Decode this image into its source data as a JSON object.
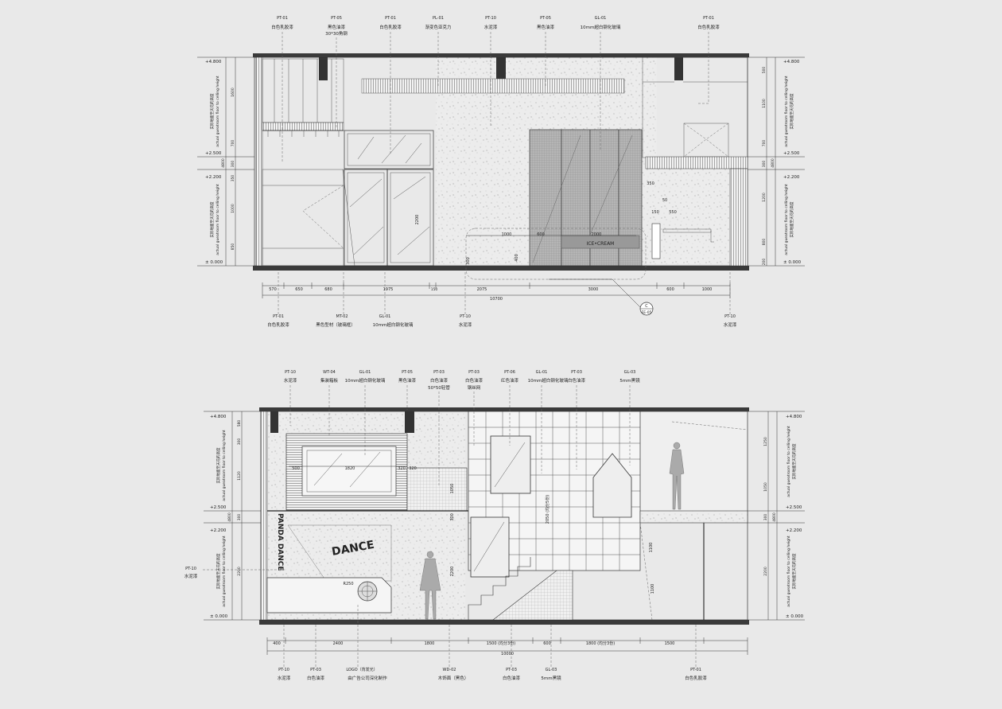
{
  "top": {
    "top_labels": [
      {
        "code": "PT-01",
        "text": "白色乳胶漆"
      },
      {
        "code": "PT-05",
        "text": "黑色油漆",
        "text2": "30*30角钢"
      },
      {
        "code": "PT-01",
        "text": "白色乳胶漆"
      },
      {
        "code": "PL-01",
        "text": "渐变色亚克力"
      },
      {
        "code": "PT-10",
        "text": "水泥漆"
      },
      {
        "code": "PT-05",
        "text": "黑色油漆"
      },
      {
        "code": "GL-01",
        "text": "10mm超白钢化玻璃"
      },
      {
        "code": "PT-01",
        "text": "白色乳胶漆"
      }
    ],
    "bottom_labels": [
      {
        "code": "PT-01",
        "text": "白色乳胶漆"
      },
      {
        "code": "MT-02",
        "text": "黑色型材（玻璃框）"
      },
      {
        "code": "GL-01",
        "text": "10mm超白钢化玻璃"
      },
      {
        "code": "PT-10",
        "text": "水泥漆"
      },
      {
        "code": "PT-10",
        "text": "水泥漆"
      }
    ],
    "level_left": [
      "+4.800",
      "+2.500",
      "+2.200",
      "± 0.000"
    ],
    "level_right": [
      "+4.800",
      "+2.500",
      "+2.200",
      "± 0.000"
    ],
    "vdim_left": [
      "1600",
      "700",
      "300",
      "350",
      "1000",
      "850",
      "4800"
    ],
    "vdim_right": [
      "500",
      "1100",
      "700",
      "300",
      "1200",
      "800",
      "200",
      "4800"
    ],
    "vert_note_a": "实际地面至天花的高度",
    "vert_note_b": "actual gueatroom floor to celling height",
    "hdims": [
      "570",
      "650",
      "680",
      "1975",
      "150",
      "2075",
      "3000",
      "600",
      "1000"
    ],
    "hdim_total": "10700",
    "inner_dims": [
      "1000",
      "600",
      "2000",
      "2200",
      "350",
      "50",
      "550",
      "150",
      "400",
      "300"
    ],
    "callout": {
      "letter": "C",
      "ref": "EE-05"
    }
  },
  "bottom": {
    "top_labels": [
      {
        "code": "PT-10",
        "text": "水泥漆"
      },
      {
        "code": "WT-04",
        "text": "集装箱板"
      },
      {
        "code": "GL-01",
        "text": "10mm超白钢化玻璃"
      },
      {
        "code": "PT-05",
        "text": "黑色油漆"
      },
      {
        "code": "PT-03",
        "text": "白色油漆",
        "text2": "50*50轻管"
      },
      {
        "code": "PT-03",
        "text": "白色油漆",
        "text2": "钢丝网"
      },
      {
        "code": "PT-06",
        "text": "红色油漆"
      },
      {
        "code": "GL-01",
        "text": "10mm超白钢化玻璃"
      },
      {
        "code": "PT-03",
        "text": "白色油漆"
      },
      {
        "code": "GL-03",
        "text": "5mm黑镜"
      }
    ],
    "bottom_labels": [
      {
        "code": "PT-10",
        "text": "水泥漆"
      },
      {
        "code": "PT-03",
        "text": "白色油漆"
      },
      {
        "code": "LOGO（背发光）",
        "text": "由广告公司深化制作"
      },
      {
        "code": "WD-02",
        "text": "木饰面（黑色）"
      },
      {
        "code": "PT-03",
        "text": "白色油漆"
      },
      {
        "code": "GL-03",
        "text": "5mm黑镜"
      },
      {
        "code": "PT-01",
        "text": "白色乳胶漆"
      }
    ],
    "side_label": {
      "code": "PT-10",
      "text": "水泥漆"
    },
    "level_left": [
      "+4.800",
      "+2.500",
      "+2.200",
      "± 0.000"
    ],
    "level_right": [
      "+4.800",
      "+2.500",
      "+2.200",
      "± 0.000"
    ],
    "vdim_left": [
      "580",
      "300",
      "1120",
      "300",
      "2200",
      "4800"
    ],
    "vdim_right": [
      "1250",
      "1050",
      "300",
      "2200",
      "4800"
    ],
    "hdims": [
      "400",
      "2400",
      "1800",
      "1500 (均分3份)",
      "600",
      "1800 (均分3份)",
      "1500"
    ],
    "hdim_total": "10000",
    "inner_dims": [
      "500",
      "1820",
      "320",
      "320",
      "1050",
      "2050 (均分5份)",
      "1100",
      "1100",
      "2200",
      "R250",
      "300"
    ],
    "logo_vertical": "PANDA DANCE",
    "logo_text": "DANCE"
  }
}
